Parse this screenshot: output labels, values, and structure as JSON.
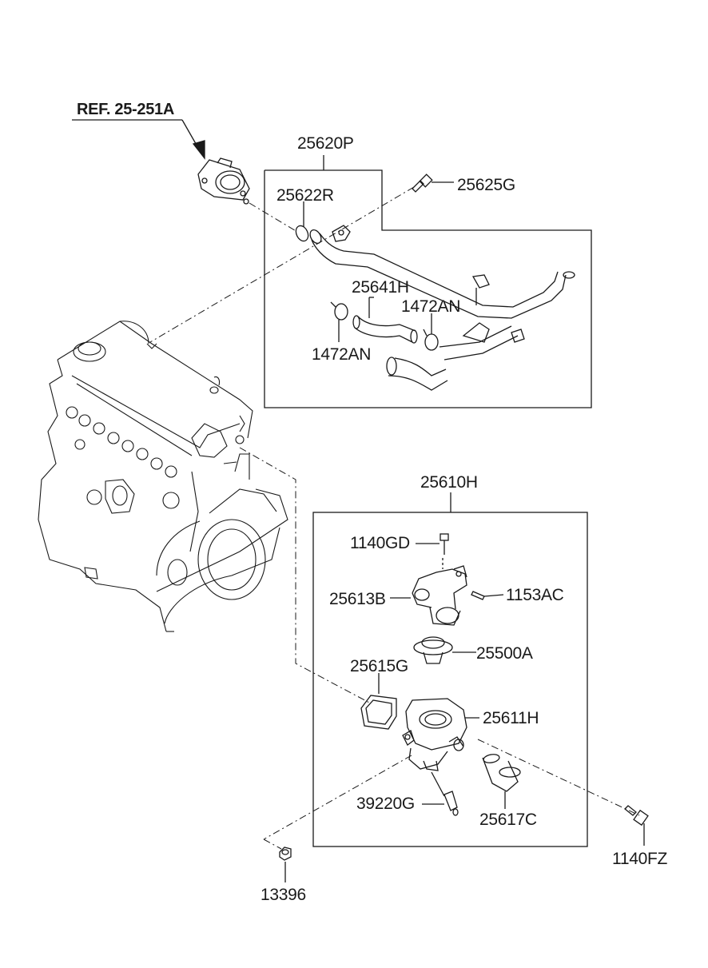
{
  "ref_label": "REF. 25-251A",
  "labels": {
    "hose_assy": "25620P",
    "bolt_top": "25625G",
    "gasket_oring": "25622R",
    "hose": "25641H",
    "clamp_right": "1472AN",
    "clamp_left": "1472AN",
    "housing_assy": "25610H",
    "bolt_small": "1140GD",
    "outlet_fitting": "25613B",
    "stud": "1153AC",
    "thermostat": "25500A",
    "gasket": "25615G",
    "housing": "25611H",
    "sensor": "39220G",
    "pipe": "25617C",
    "bolt_long": "1140FZ",
    "nut": "13396"
  },
  "colors": {
    "line": "#1a1a1a",
    "background": "#ffffff"
  }
}
